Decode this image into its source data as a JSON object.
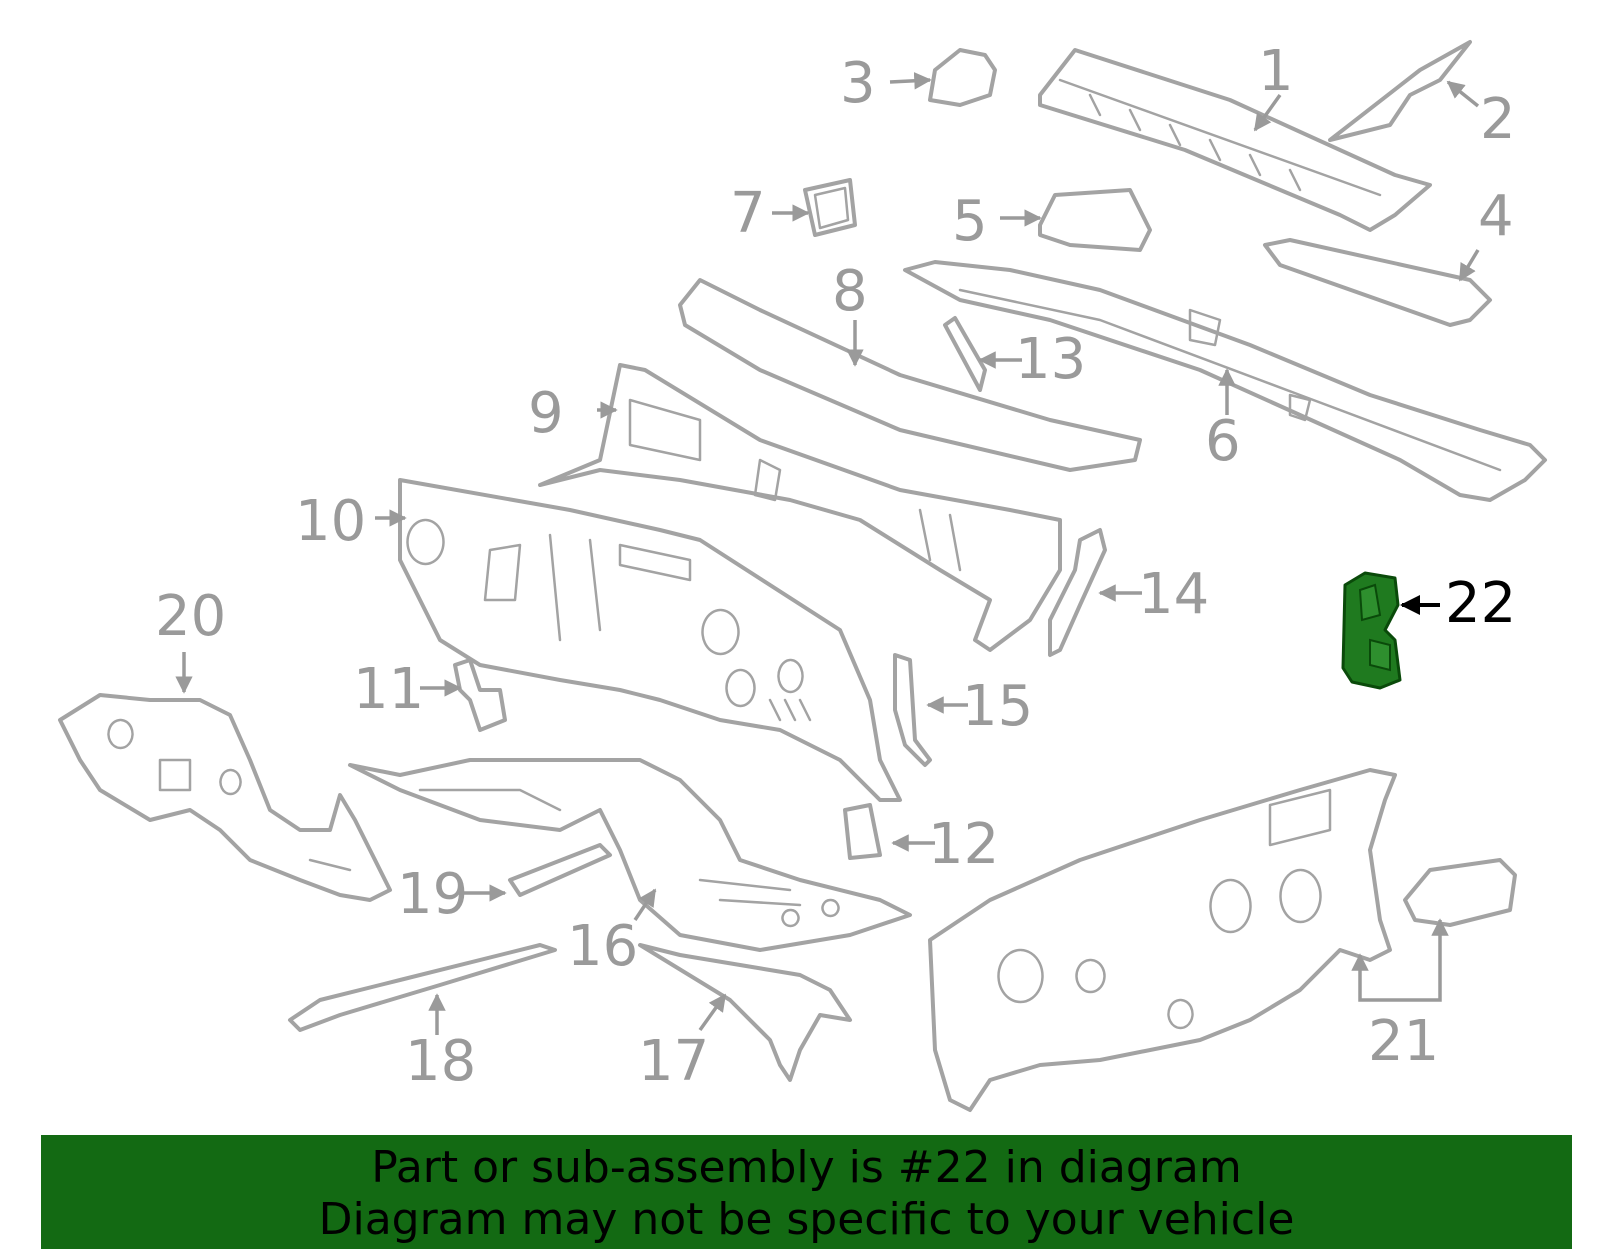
{
  "colors": {
    "part_outline": "#a3a3a3",
    "highlight_part": "#1f7a1f",
    "banner_bg": "#136a13",
    "banner_text": "#000000"
  },
  "callouts": [
    "1",
    "2",
    "3",
    "4",
    "5",
    "6",
    "7",
    "8",
    "9",
    "10",
    "11",
    "12",
    "13",
    "14",
    "15",
    "16",
    "17",
    "18",
    "19",
    "20",
    "21",
    "22"
  ],
  "highlighted_part": "22",
  "banner": {
    "line1": "Part or sub-assembly is #22 in diagram",
    "line2": "Diagram may not be specific to your vehicle"
  }
}
